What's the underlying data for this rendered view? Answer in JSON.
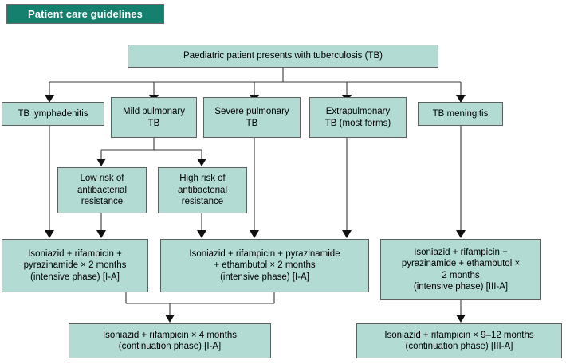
{
  "header": {
    "badge_label": "Patient care guidelines",
    "badge_color": "#16806e",
    "badge_text_color": "#ffffff"
  },
  "theme": {
    "node_fill": "#b2dbd3",
    "node_border": "#5f5f5f",
    "connector_color": "#3a3a3a",
    "background": "#ffffff"
  },
  "diagram": {
    "type": "flowchart",
    "title": "Patient care guidelines",
    "nodes": [
      {
        "id": "root",
        "label": "Paediatric patient presents with tuberculosis (TB)"
      },
      {
        "id": "lymph",
        "label": "TB lymphadenitis"
      },
      {
        "id": "mild",
        "label": "Mild pulmonary\nTB"
      },
      {
        "id": "severe",
        "label": "Severe pulmonary\nTB"
      },
      {
        "id": "extra",
        "label": "Extrapulmonary\nTB (most forms)"
      },
      {
        "id": "meningitis",
        "label": "TB meningitis"
      },
      {
        "id": "lowrisk",
        "label": "Low risk of\nantibacterial\nresistance"
      },
      {
        "id": "highrisk",
        "label": "High risk of\nantibacterial\nresistance"
      },
      {
        "id": "hrz",
        "label": "Isoniazid + rifampicin +\npyrazinamide × 2 months\n(intensive phase) [I-A]"
      },
      {
        "id": "hrze",
        "label": "Isoniazid + rifampicin + pyrazinamide\n+ ethambutol × 2 months\n(intensive phase) [I-A]"
      },
      {
        "id": "hrze_men",
        "label": "Isoniazid + rifampicin +\npyrazinamide + ethambutol ×\n2 months\n(intensive phase) [III-A]"
      },
      {
        "id": "cont4",
        "label": "Isoniazid + rifampicin × 4 months\n(continuation phase) [I-A]"
      },
      {
        "id": "cont912",
        "label": "Isoniazid + rifampicin ×  9–12 months\n(continuation phase) [III-A]"
      }
    ],
    "edges": [
      {
        "from": "root",
        "to": "lymph"
      },
      {
        "from": "root",
        "to": "mild"
      },
      {
        "from": "root",
        "to": "severe"
      },
      {
        "from": "root",
        "to": "extra"
      },
      {
        "from": "root",
        "to": "meningitis"
      },
      {
        "from": "mild",
        "to": "lowrisk"
      },
      {
        "from": "mild",
        "to": "highrisk"
      },
      {
        "from": "lymph",
        "to": "hrz"
      },
      {
        "from": "lowrisk",
        "to": "hrz"
      },
      {
        "from": "highrisk",
        "to": "hrze"
      },
      {
        "from": "severe",
        "to": "hrze"
      },
      {
        "from": "extra",
        "to": "hrze"
      },
      {
        "from": "meningitis",
        "to": "hrze_men"
      },
      {
        "from": "hrz",
        "to": "cont4"
      },
      {
        "from": "hrze",
        "to": "cont4"
      },
      {
        "from": "hrze_men",
        "to": "cont912"
      }
    ]
  }
}
